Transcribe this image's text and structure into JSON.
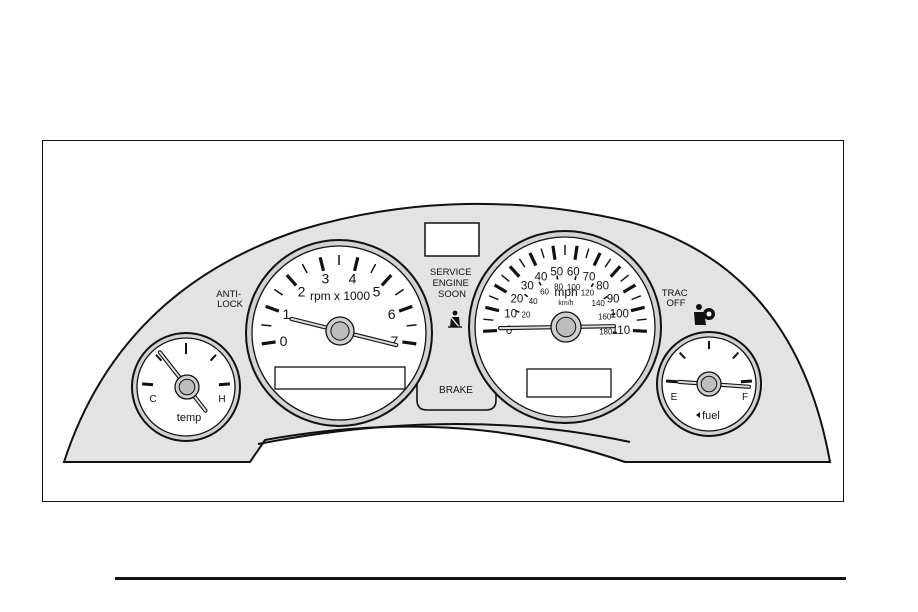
{
  "labels": {
    "anti_lock": [
      "ANTI-",
      "LOCK"
    ],
    "service_engine_soon": [
      "SERVICE",
      "ENGINE",
      "SOON"
    ],
    "brake": "BRAKE",
    "trac_off": [
      "TRAC",
      "OFF"
    ]
  },
  "gauges": {
    "temp": {
      "label": "temp",
      "min_label": "C",
      "max_label": "H"
    },
    "tachometer": {
      "label": "rpm x 1000",
      "ticks": [
        "0",
        "1",
        "2",
        "3",
        "4",
        "5",
        "6",
        "7"
      ]
    },
    "speedometer": {
      "label_mph": "mph",
      "label_kmh": "km/h",
      "mph_ticks": [
        "0",
        "10",
        "20",
        "30",
        "40",
        "50",
        "60",
        "70",
        "80",
        "90",
        "100",
        "110"
      ],
      "kmh_ticks": [
        "20",
        "40",
        "60",
        "80",
        "100",
        "120",
        "140",
        "160",
        "180"
      ]
    },
    "fuel": {
      "label": "fuel",
      "min_label": "E",
      "max_label": "F"
    }
  },
  "icons": [
    "seatbelt-icon",
    "airbag-icon",
    "fuel-pump-arrow-icon"
  ],
  "colors": {
    "panel_fill": "#e3e3e3",
    "ink": "#111111",
    "gauge_face": "#ffffff"
  }
}
